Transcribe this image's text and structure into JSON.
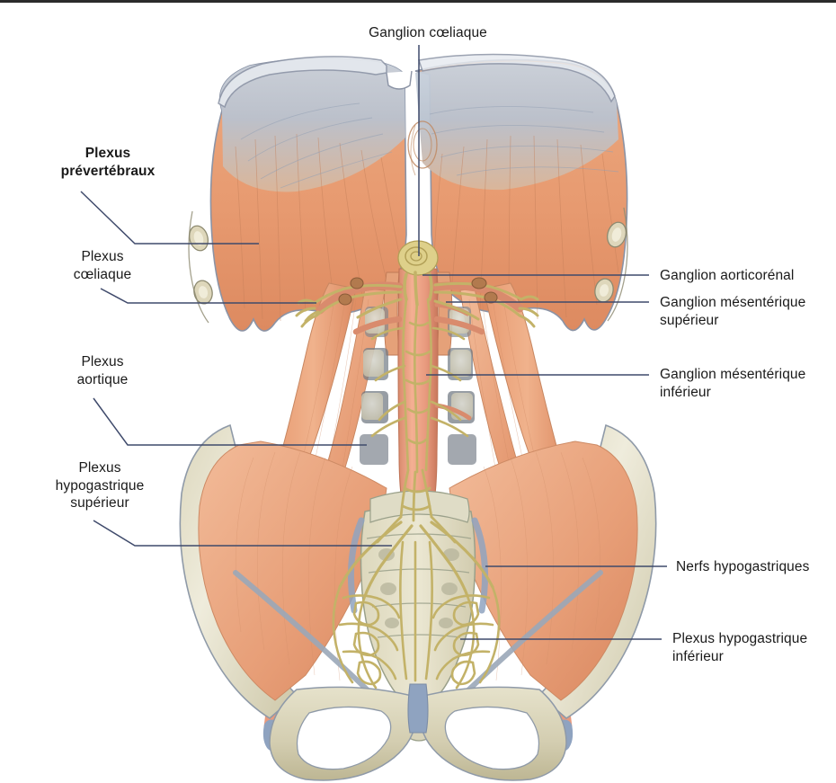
{
  "figure": {
    "title": "Plexus prévertébraux",
    "language": "fr",
    "subject": "Plexus nerveux prévertébraux abdominaux et pelviens"
  },
  "labels": {
    "top": [
      {
        "id": "ganglion-coeliaque",
        "text": "Ganglion cœliaque",
        "side": "top",
        "bold": false
      }
    ],
    "left": [
      {
        "id": "plexus-prevertebraux",
        "text": "Plexus\nprévertébraux",
        "bold": true
      },
      {
        "id": "plexus-coeliaque",
        "text": "Plexus\ncœliaque",
        "bold": false
      },
      {
        "id": "plexus-aortique",
        "text": "Plexus\naortique",
        "bold": false
      },
      {
        "id": "plexus-hypogastrique-superieur",
        "text": "Plexus\nhypogastrique\nsupérieur",
        "bold": false
      }
    ],
    "right": [
      {
        "id": "ganglion-aorticorenal",
        "text": "Ganglion aorticorénal",
        "bold": false
      },
      {
        "id": "ganglion-mesenterique-superieur",
        "text": "Ganglion mésentérique\nsupérieur",
        "bold": false
      },
      {
        "id": "ganglion-mesenterique-inferieur",
        "text": "Ganglion mésentérique\ninférieur",
        "bold": false
      },
      {
        "id": "nerfs-hypogastriques",
        "text": "Nerfs hypogastriques",
        "bold": false
      },
      {
        "id": "plexus-hypogastrique-inferieur",
        "text": "Plexus hypogastrique\ninférieur",
        "bold": false
      }
    ]
  },
  "colors": {
    "background": "#ffffff",
    "border_top": "#2b2b2b",
    "leader_line": "#3f4a6b",
    "label_text": "#1a1a1a",
    "muscle": "#e8a178",
    "muscle_light": "#f2bb99",
    "muscle_dark": "#d08a62",
    "tendon": "#b9c2cf",
    "tendon_light": "#d7dde6",
    "bone": "#cfc9ac",
    "bone_light": "#e3dfc8",
    "cartilage": "#9fb0c9",
    "nerve": "#ded08a",
    "nerve_dark": "#b8a64e",
    "artery": "#e89a7e",
    "artery_dark": "#cc7a5e",
    "vein": "#8fa3c0"
  },
  "anatomy": {
    "structures": [
      "Diaphragme",
      "Centre tendineux du diaphragme",
      "Piliers du diaphragme",
      "Muscle psoas",
      "Muscle iliaque",
      "Aorte abdominale",
      "Artères iliaques communes",
      "Vertèbres lombaires",
      "Sacrum",
      "Os coxal / crête iliaque",
      "Pubis et symphyse pubienne",
      "Foramen obturé"
    ]
  }
}
